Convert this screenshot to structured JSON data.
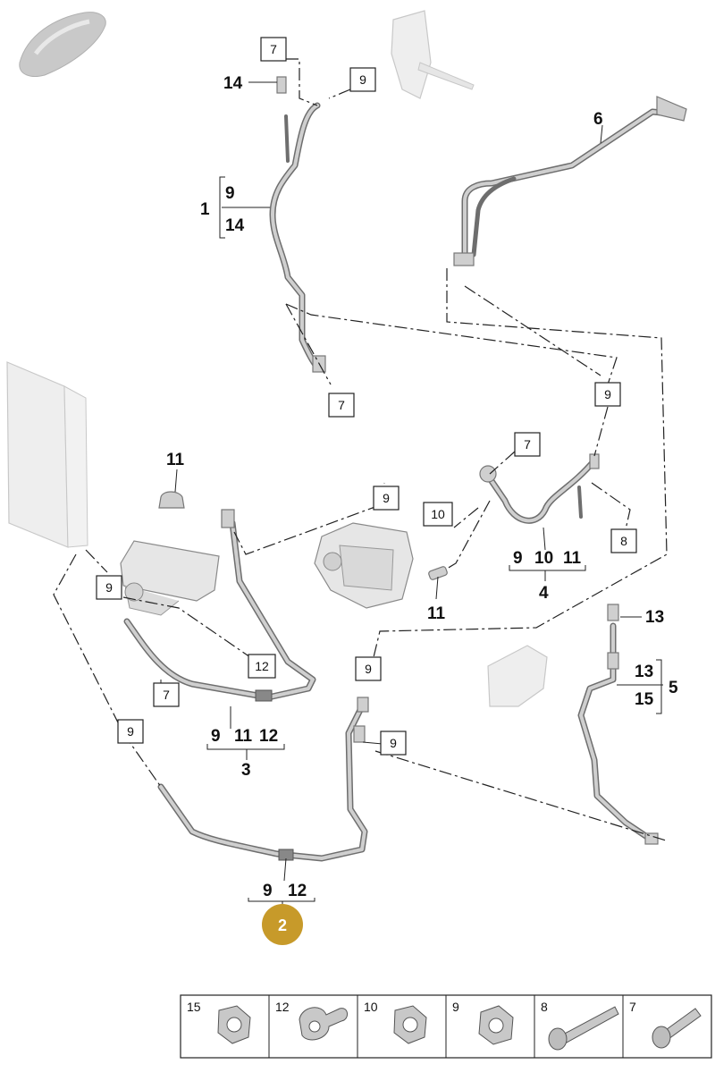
{
  "callouts": {
    "c14": "14",
    "c1": "1",
    "c1_top": "9",
    "c1_bot": "14",
    "c6": "6",
    "c11_top": "11",
    "c11_mid": "11",
    "c13_top": "13",
    "c5": "5",
    "c5_top": "13",
    "c5_bot": "15",
    "c4": "4",
    "c4_a": "9",
    "c4_b": "10",
    "c4_c": "11",
    "c3": "3",
    "c3_a": "9",
    "c3_b": "11",
    "c3_c": "12",
    "c2": "2",
    "c2_a": "9",
    "c2_b": "12"
  },
  "boxes": {
    "b7_top": "7",
    "b9_top": "9",
    "b7_mid": "7",
    "b9_right": "9",
    "b7_center": "7",
    "b9_center": "9",
    "b10_center": "10",
    "b8_right": "8",
    "b9_left": "9",
    "b12_left": "12",
    "b7_left": "7",
    "b9_lowleft": "9",
    "b9_lowmid": "9",
    "b9_lowmid2": "9"
  },
  "legend": [
    {
      "num": "15",
      "part": "nut"
    },
    {
      "num": "12",
      "part": "clamp"
    },
    {
      "num": "10",
      "part": "nut"
    },
    {
      "num": "9",
      "part": "nut"
    },
    {
      "num": "8",
      "part": "bolt"
    },
    {
      "num": "7",
      "part": "bolt"
    }
  ],
  "colors": {
    "highlight_badge": "#c79a2a",
    "pipe": "#6e6e6e",
    "line": "#222222"
  }
}
